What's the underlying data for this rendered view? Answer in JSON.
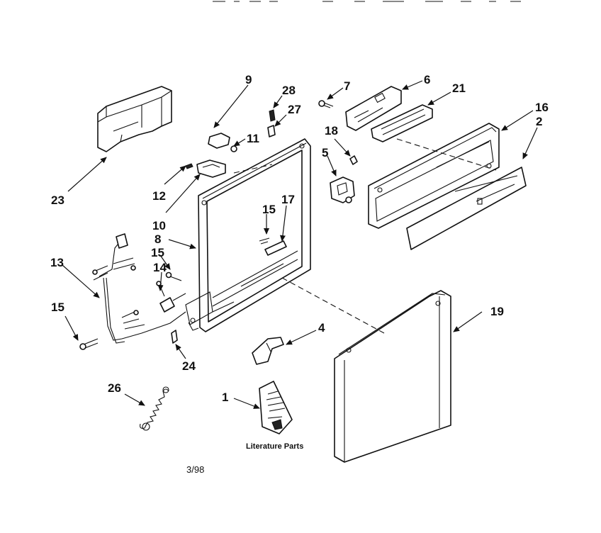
{
  "diagram": {
    "labels": [
      "9",
      "28",
      "7",
      "6",
      "21",
      "16",
      "2",
      "27",
      "11",
      "18",
      "5",
      "23",
      "12",
      "10",
      "8",
      "15",
      "17",
      "13",
      "14",
      "15",
      "15",
      "4",
      "19",
      "24",
      "26",
      "1"
    ],
    "literature_caption": "Literature Parts",
    "date_code": "3/98",
    "line_color": "#111111",
    "background": "#ffffff"
  }
}
